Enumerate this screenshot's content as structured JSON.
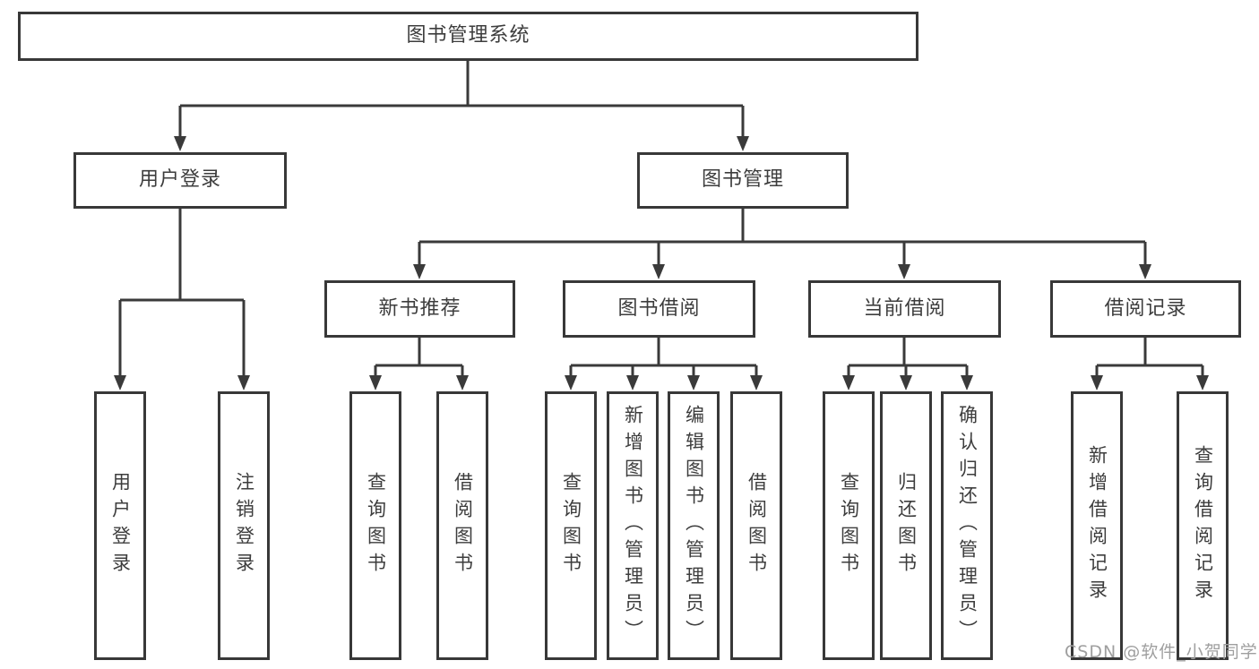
{
  "diagram": {
    "title": "图书管理系统",
    "root": {
      "label": "图书管理系统"
    },
    "login": {
      "label": "用户登录",
      "children": [
        {
          "label": "用户登录"
        },
        {
          "label": "注销登录"
        }
      ]
    },
    "management": {
      "label": "图书管理",
      "sections": [
        {
          "label": "新书推荐",
          "children": [
            {
              "label": "查询图书"
            },
            {
              "label": "借阅图书"
            }
          ]
        },
        {
          "label": "图书借阅",
          "children": [
            {
              "label": "查询图书"
            },
            {
              "label": "新增图书（管理员）"
            },
            {
              "label": "编辑图书（管理员）"
            },
            {
              "label": "借阅图书"
            }
          ]
        },
        {
          "label": "当前借阅",
          "children": [
            {
              "label": "查询图书"
            },
            {
              "label": "归还图书"
            },
            {
              "label": "确认归还（管理员）"
            }
          ]
        },
        {
          "label": "借阅记录",
          "children": [
            {
              "label": "新增借阅记录"
            },
            {
              "label": "查询借阅记录"
            }
          ]
        }
      ]
    }
  },
  "watermark": "CSDN @软件_小贺同学",
  "colors": {
    "line": "#3a3a3a",
    "box_border": "#383838",
    "text": "#3d3d3d",
    "watermark": "#9f9f9f",
    "background": "#ffffff"
  }
}
